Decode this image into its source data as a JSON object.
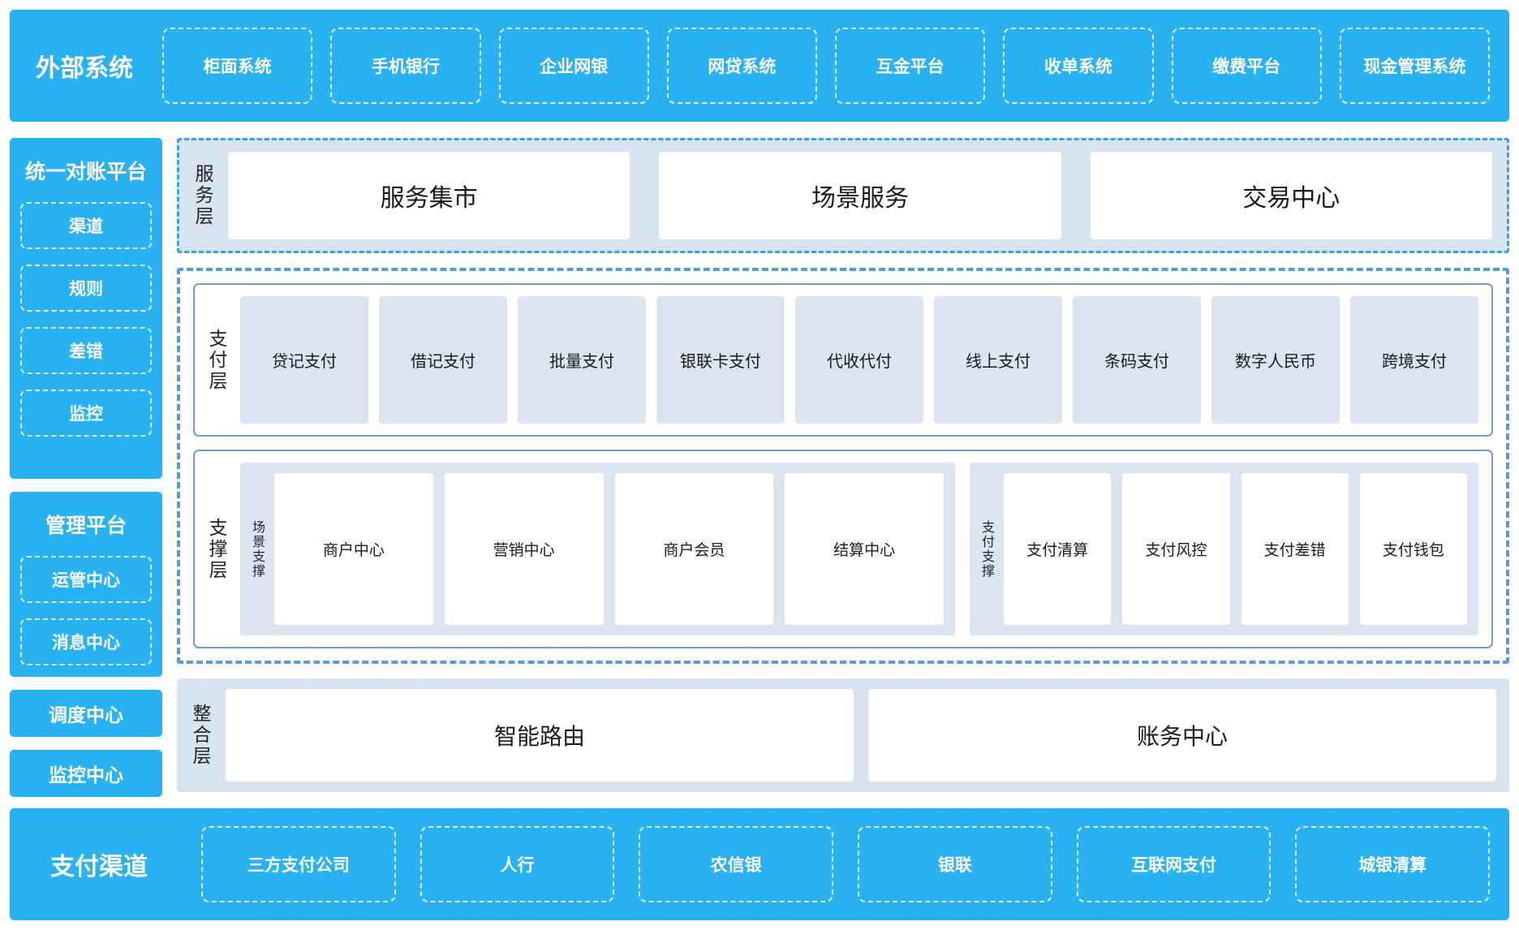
{
  "colors": {
    "primary_blue": "#29b2f2",
    "panel_light_blue": "#dbe5f1",
    "container_light_blue": "#d8e3f0",
    "dashed_border_blue": "#5b9bd5",
    "solid_border_blue": "#6f9bcd",
    "service_border_blue": "#35a3de"
  },
  "external_systems": {
    "title": "外部系统",
    "items": [
      "柜面系统",
      "手机银行",
      "企业网银",
      "网贷系统",
      "互金平台",
      "收单系统",
      "缴费平台",
      "现金管理系统"
    ]
  },
  "sidebar": {
    "reconciliation_platform": {
      "title": "统一对账平台",
      "items": [
        "渠道",
        "规则",
        "差错",
        "监控"
      ]
    },
    "management_platform": {
      "title": "管理平台",
      "items": [
        "运管中心",
        "消息中心"
      ]
    },
    "scheduling_center": "调度中心",
    "monitoring_center": "监控中心"
  },
  "service_layer": {
    "label": "服务层",
    "items": [
      "服务集市",
      "场景服务",
      "交易中心"
    ]
  },
  "payment_layer": {
    "label": "支付层",
    "items": [
      "贷记支付",
      "借记支付",
      "批量支付",
      "银联卡支付",
      "代收代付",
      "线上支付",
      "条码支付",
      "数字人民币",
      "跨境支付"
    ]
  },
  "support_layer": {
    "label": "支撑层",
    "groups": [
      {
        "label": "场景支撑",
        "items": [
          "商户中心",
          "营销中心",
          "商户会员",
          "结算中心"
        ]
      },
      {
        "label": "支付支撑",
        "items": [
          "支付清算",
          "支付风控",
          "支付差错",
          "支付钱包"
        ]
      }
    ]
  },
  "integration_layer": {
    "label": "整合层",
    "items": [
      "智能路由",
      "账务中心"
    ]
  },
  "payment_channels": {
    "title": "支付渠道",
    "items": [
      "三方支付公司",
      "人行",
      "农信银",
      "银联",
      "互联网支付",
      "城银清算"
    ]
  }
}
